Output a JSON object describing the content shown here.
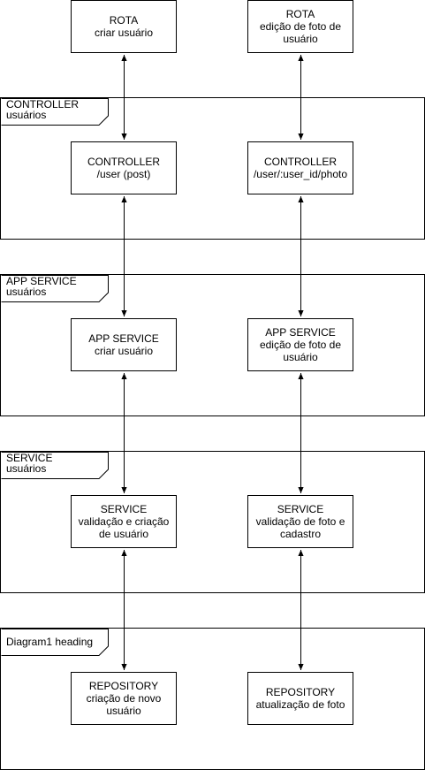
{
  "frames": [
    {
      "id": "controller",
      "title": "CONTROLLER",
      "subtitle": "usuários"
    },
    {
      "id": "app-service",
      "title": "APP SERVICE",
      "subtitle": "usuários"
    },
    {
      "id": "service",
      "title": "SERVICE",
      "subtitle": "usuários"
    },
    {
      "id": "repository",
      "title": "Diagram1 heading",
      "subtitle": ""
    }
  ],
  "nodes": {
    "rota_criar": {
      "title": "ROTA",
      "lines": [
        "criar usuário"
      ]
    },
    "rota_foto": {
      "title": "ROTA",
      "lines": [
        "edição de foto de",
        "usuário"
      ]
    },
    "controller_post": {
      "title": "CONTROLLER",
      "lines": [
        "/user (post)"
      ]
    },
    "controller_photo": {
      "title": "CONTROLLER",
      "lines": [
        "/user/:user_id/photo"
      ]
    },
    "appservice_criar": {
      "title": "APP SERVICE",
      "lines": [
        "criar usuário"
      ]
    },
    "appservice_foto": {
      "title": "APP SERVICE",
      "lines": [
        "edição de foto de",
        "usuário"
      ]
    },
    "service_criar": {
      "title": "SERVICE",
      "lines": [
        "validação e criação",
        "de usuário"
      ]
    },
    "service_foto": {
      "title": "SERVICE",
      "lines": [
        "validação de foto e",
        "cadastro"
      ]
    },
    "repo_criar": {
      "title": "REPOSITORY",
      "lines": [
        "criação de novo",
        "usuário"
      ]
    },
    "repo_foto": {
      "title": "REPOSITORY",
      "lines": [
        "atualização de foto"
      ]
    }
  },
  "edges": [
    {
      "from": "rota_criar",
      "to": "controller_post",
      "direction": "both"
    },
    {
      "from": "rota_foto",
      "to": "controller_photo",
      "direction": "both"
    },
    {
      "from": "controller_post",
      "to": "appservice_criar",
      "direction": "both"
    },
    {
      "from": "controller_photo",
      "to": "appservice_foto",
      "direction": "both"
    },
    {
      "from": "appservice_criar",
      "to": "service_criar",
      "direction": "both"
    },
    {
      "from": "appservice_foto",
      "to": "service_foto",
      "direction": "both"
    },
    {
      "from": "service_criar",
      "to": "repo_criar",
      "direction": "both"
    },
    {
      "from": "service_foto",
      "to": "repo_foto",
      "direction": "both"
    }
  ]
}
